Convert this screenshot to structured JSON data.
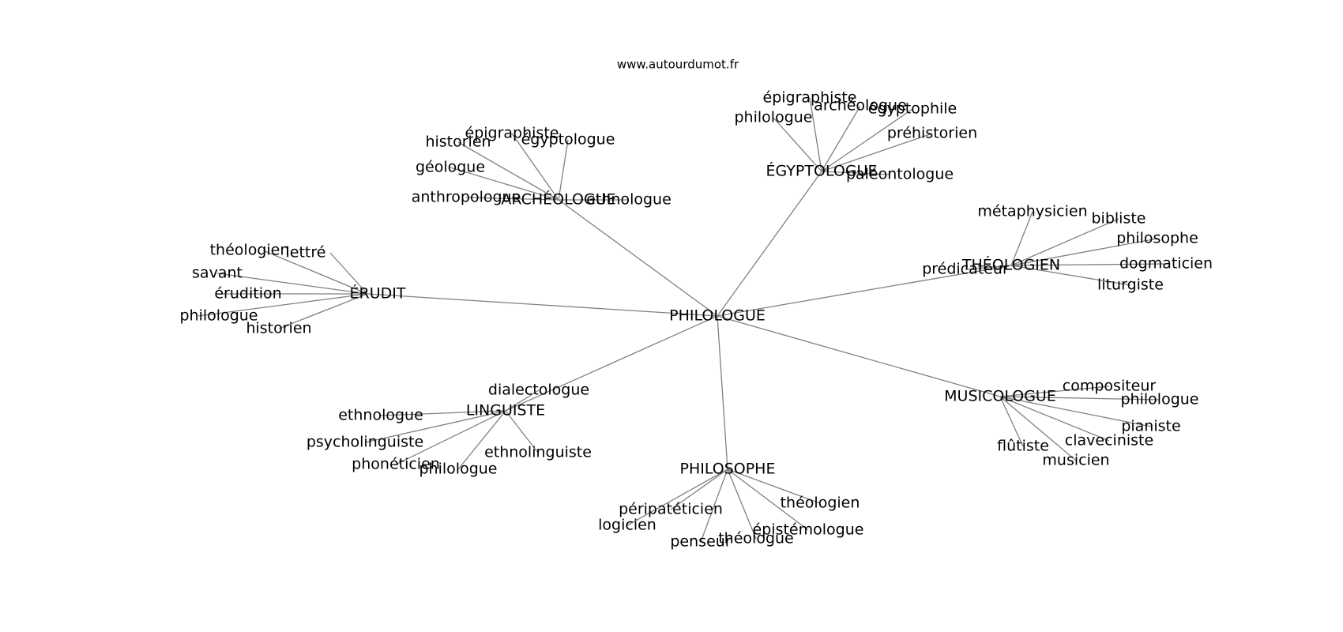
{
  "source_url": "www.autourdumot.fr",
  "graph": {
    "center": "PHILOLOGUE",
    "clusters": [
      {
        "label": "ÉRUDIT",
        "leaves": [
          "théologien",
          "lettré",
          "savant",
          "érudition",
          "philologue",
          "historien"
        ]
      },
      {
        "label": "ARCHÉOLOGUE",
        "leaves": [
          "historien",
          "épigraphiste",
          "égyptologue",
          "géologue",
          "anthropologue",
          "ethnologue"
        ]
      },
      {
        "label": "ÉGYPTOLOGUE",
        "leaves": [
          "épigraphiste",
          "archéologue",
          "égyptophile",
          "philologue",
          "préhistorien",
          "paléontologue"
        ]
      },
      {
        "label": "THÉOLOGIEN",
        "leaves": [
          "métaphysicien",
          "bibliste",
          "philosophe",
          "dogmaticien",
          "liturgiste",
          "prédicateur"
        ]
      },
      {
        "label": "MUSICOLOGUE",
        "leaves": [
          "compositeur",
          "philologue",
          "pianiste",
          "claveciniste",
          "musicien",
          "flûtiste"
        ]
      },
      {
        "label": "PHILOSOPHE",
        "leaves": [
          "péripatéticien",
          "logicien",
          "penseur",
          "théologue",
          "épistémologue",
          "théologien"
        ]
      },
      {
        "label": "LINGUISTE",
        "leaves": [
          "dialectologue",
          "ethnologue",
          "psycholinguiste",
          "phonéticien",
          "philologue",
          "ethnolinguiste"
        ]
      }
    ]
  }
}
